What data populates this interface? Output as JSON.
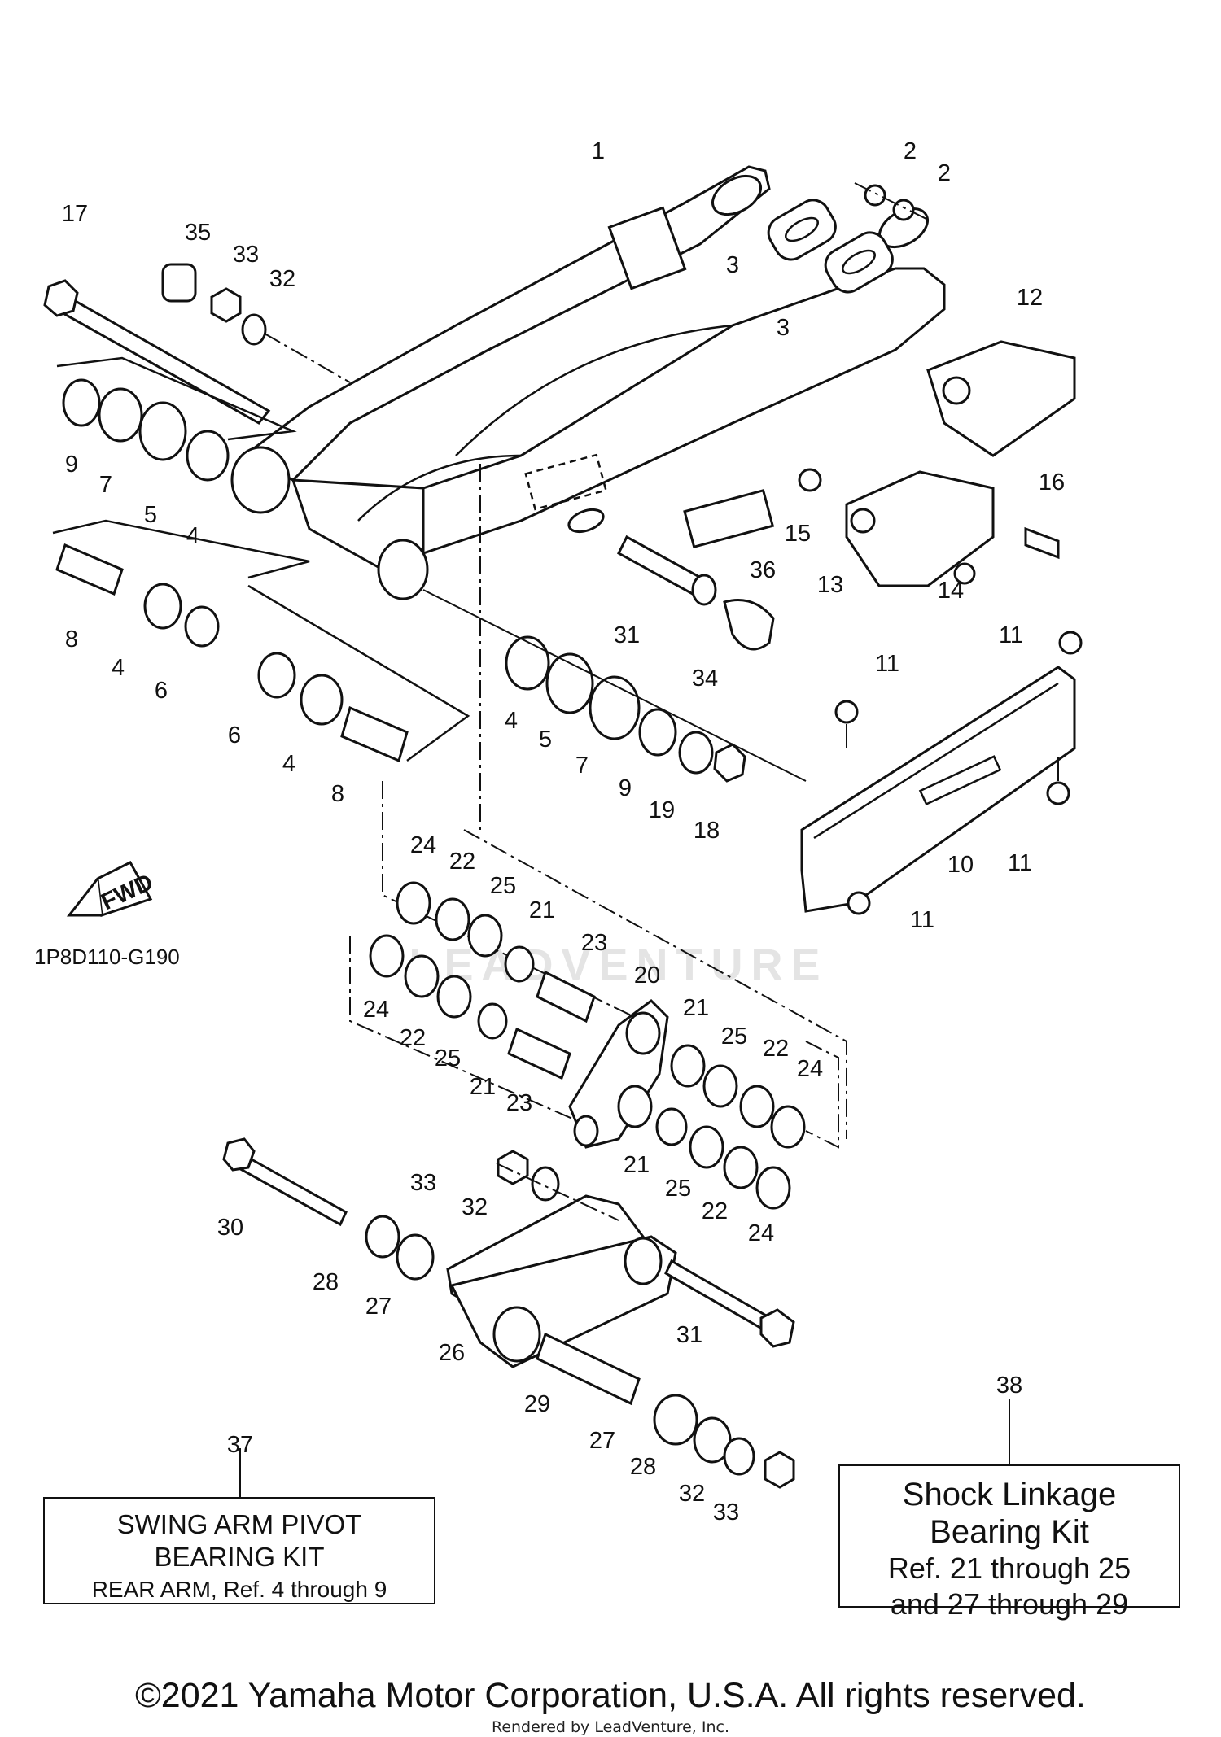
{
  "diagram": {
    "code": "1P8D110-G190",
    "fwd_label": "FWD",
    "watermark": "LEADVENTURE",
    "callouts": [
      "1",
      "2",
      "2",
      "3",
      "3",
      "12",
      "17",
      "35",
      "33",
      "32",
      "9",
      "7",
      "5",
      "4",
      "16",
      "15",
      "36",
      "13",
      "14",
      "8",
      "4",
      "6",
      "31",
      "34",
      "11",
      "11",
      "6",
      "4",
      "8",
      "4",
      "5",
      "7",
      "9",
      "19",
      "18",
      "11",
      "10",
      "11",
      "24",
      "22",
      "25",
      "21",
      "23",
      "20",
      "24",
      "22",
      "25",
      "21",
      "23",
      "21",
      "25",
      "22",
      "24",
      "21",
      "25",
      "22",
      "24",
      "33",
      "32",
      "30",
      "28",
      "27",
      "26",
      "31",
      "29",
      "27",
      "28",
      "32",
      "33",
      "38",
      "37"
    ]
  },
  "kits": {
    "swing_arm": {
      "ref": "37",
      "line1": "SWING ARM PIVOT",
      "line2": "BEARING KIT",
      "line3": "REAR ARM, Ref. 4 through 9"
    },
    "shock_linkage": {
      "ref": "38",
      "line1": "Shock Linkage",
      "line2": "Bearing Kit",
      "line3": "Ref.  21 through 25",
      "line4": "and 27 through 29"
    }
  },
  "footer": {
    "copyright": "©2021 Yamaha Motor Corporation, U.S.A. All rights reserved.",
    "rendered_by": "Rendered by LeadVenture, Inc."
  }
}
